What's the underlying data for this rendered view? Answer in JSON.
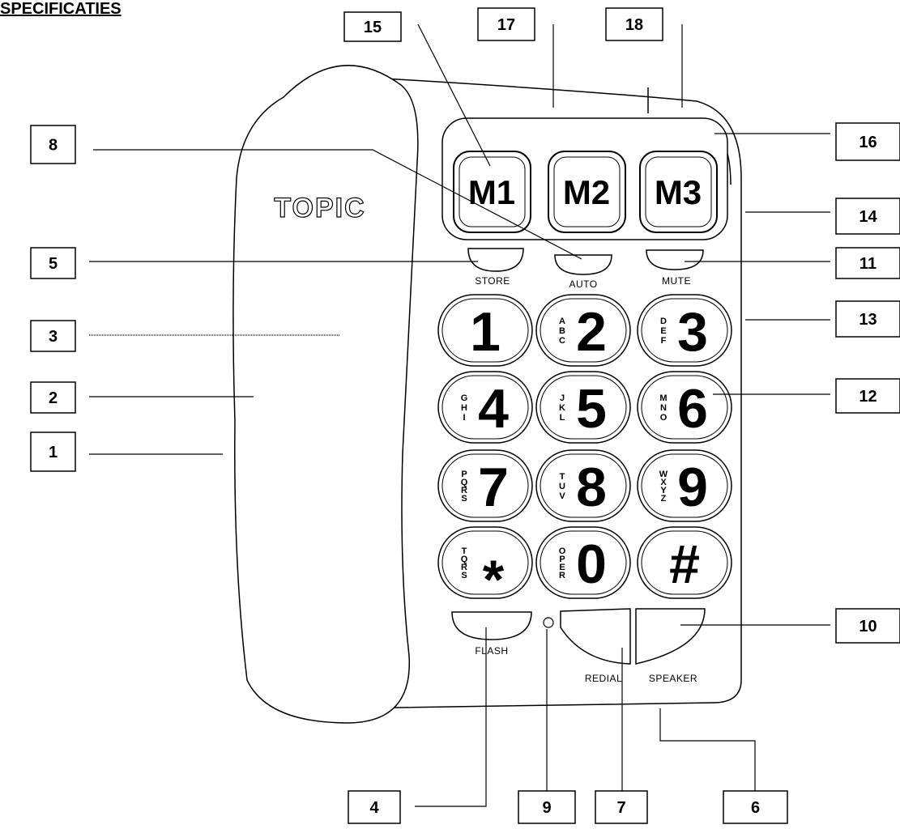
{
  "title": "SPECIFICATIES",
  "brand": "TOPIC",
  "memory_keys": [
    "M1",
    "M2",
    "M3"
  ],
  "function_buttons": {
    "store": "STORE",
    "auto": "AUTO",
    "mute": "MUTE",
    "flash": "FLASH",
    "redial": "REDIAL",
    "speaker": "SPEAKER"
  },
  "keypad": [
    {
      "digit": "1",
      "letters": ""
    },
    {
      "digit": "2",
      "letters": "ABC"
    },
    {
      "digit": "3",
      "letters": "DEF"
    },
    {
      "digit": "4",
      "letters": "GHI"
    },
    {
      "digit": "5",
      "letters": "JKL"
    },
    {
      "digit": "6",
      "letters": "MNO"
    },
    {
      "digit": "7",
      "letters": "PQRS"
    },
    {
      "digit": "8",
      "letters": "TUV"
    },
    {
      "digit": "9",
      "letters": "WXYZ"
    },
    {
      "digit": "*",
      "letters": "TQRS"
    },
    {
      "digit": "0",
      "letters": "OPER"
    },
    {
      "digit": "#",
      "letters": ""
    }
  ],
  "callouts": [
    "15",
    "17",
    "18",
    "8",
    "16",
    "14",
    "5",
    "11",
    "3",
    "13",
    "2",
    "12",
    "1",
    "10",
    "4",
    "9",
    "7",
    "6"
  ]
}
